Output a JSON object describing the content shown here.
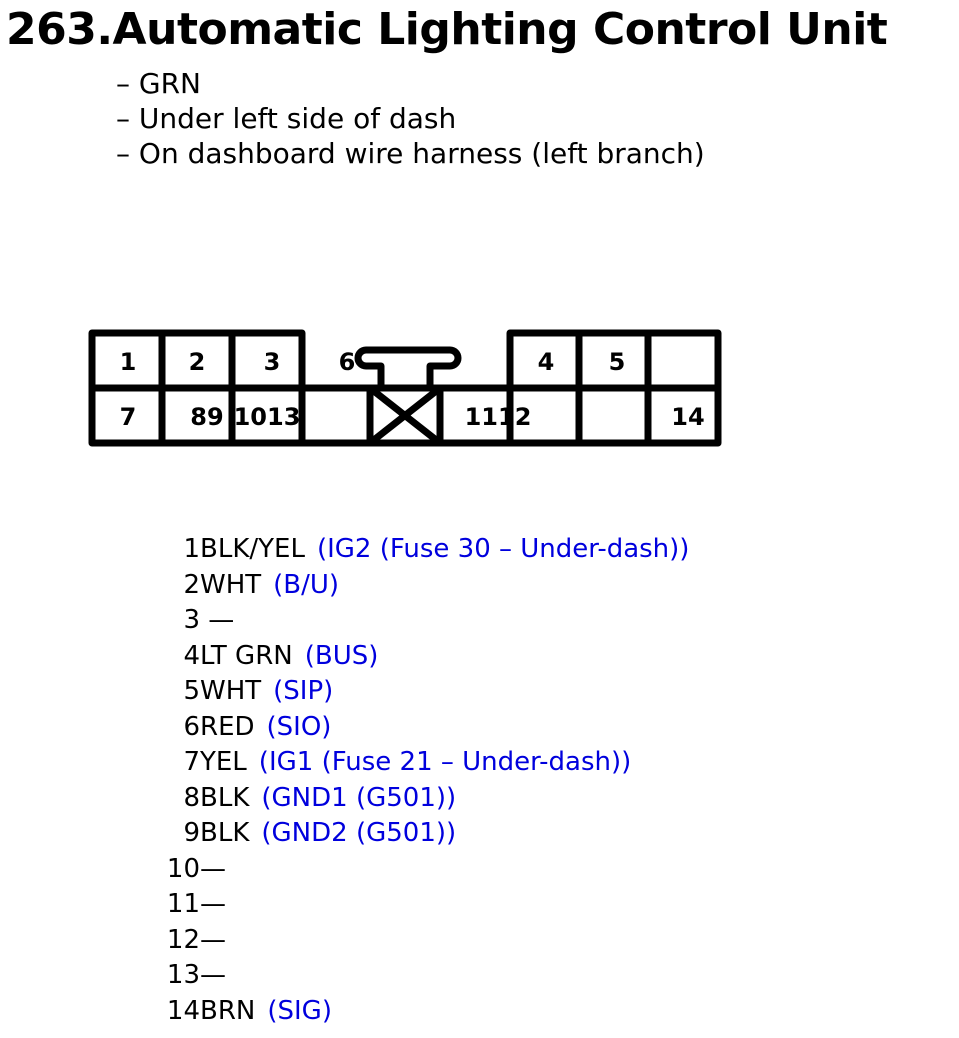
{
  "title": "263.Automatic Lighting Control Unit",
  "info": [
    "– GRN",
    "– Under left side of dash",
    "– On dashboard wire harness (left branch)"
  ],
  "connector": {
    "top_row_labels": [
      "1",
      "2",
      "3",
      "6",
      "4",
      "5",
      ""
    ],
    "bottom_row_labels": [
      "7",
      "89",
      "1013",
      "",
      "",
      "1112",
      "",
      "14"
    ]
  },
  "colors": {
    "function_text": "#0000dd",
    "text": "#000000"
  },
  "pins": [
    {
      "num": "1",
      "wire": "BLK/YEL",
      "func": "(IG2 (Fuse 30 – Under-dash))"
    },
    {
      "num": "2",
      "wire": "WHT",
      "func": "(B/U)"
    },
    {
      "num": "3",
      "wire": " —",
      "func": ""
    },
    {
      "num": "4",
      "wire": "LT GRN",
      "func": "(BUS)"
    },
    {
      "num": "5",
      "wire": "WHT",
      "func": "(SIP)"
    },
    {
      "num": "6",
      "wire": "RED",
      "func": "(SIO)"
    },
    {
      "num": "7",
      "wire": "YEL",
      "func": "(IG1 (Fuse 21 – Under-dash))"
    },
    {
      "num": "8",
      "wire": "BLK",
      "func": "(GND1 (G501))"
    },
    {
      "num": "9",
      "wire": "BLK",
      "func": "(GND2 (G501))"
    },
    {
      "num": "10",
      "wire": "—",
      "func": ""
    },
    {
      "num": "11",
      "wire": "—",
      "func": ""
    },
    {
      "num": "12",
      "wire": "—",
      "func": ""
    },
    {
      "num": "13",
      "wire": "—",
      "func": ""
    },
    {
      "num": "14",
      "wire": "BRN",
      "func": "(SIG)"
    }
  ]
}
